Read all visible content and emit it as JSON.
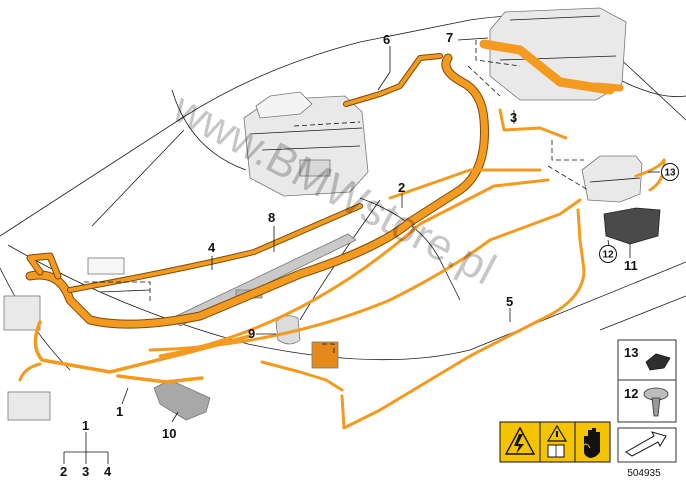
{
  "callouts": {
    "c1": "1",
    "c1b": "1",
    "c2": "2",
    "c2b": "2",
    "c3": "3",
    "c3b": "3",
    "c4": "4",
    "c4b": "4",
    "c5": "5",
    "c6": "6",
    "c7": "7",
    "c8": "8",
    "c9": "9",
    "c10": "10",
    "c11": "11",
    "c12": "12",
    "c13": "13"
  },
  "circled_callouts": {
    "c12": "12",
    "c13": "13"
  },
  "legend_panel": {
    "item_13": "13",
    "item_12": "12"
  },
  "watermark": "www.BMWstore.pl",
  "reference_number": "504935",
  "colors": {
    "hv_cable": "#f39a1f",
    "warning_yellow": "#f5c400",
    "line": "#1a1a1a"
  },
  "icons": [
    "high-voltage-warning-icon",
    "warning-triangle-icon",
    "read-manual-icon",
    "no-touch-hand-icon",
    "direction-arrow-icon"
  ]
}
